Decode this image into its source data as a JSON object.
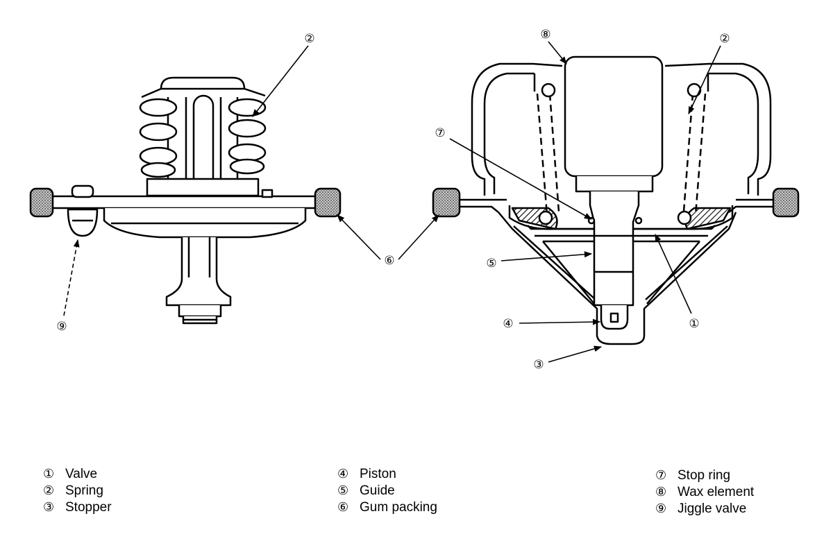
{
  "callouts": {
    "c1": "①",
    "c2": "②",
    "c3": "③",
    "c4": "④",
    "c5": "⑤",
    "c6": "⑥",
    "c7": "⑦",
    "c8": "⑧",
    "c9": "⑨"
  },
  "legend": [
    {
      "num": "①",
      "text": "Valve"
    },
    {
      "num": "②",
      "text": "Spring"
    },
    {
      "num": "③",
      "text": "Stopper"
    },
    {
      "num": "④",
      "text": "Piston"
    },
    {
      "num": "⑤",
      "text": "Guide"
    },
    {
      "num": "⑥",
      "text": "Gum packing"
    },
    {
      "num": "⑦",
      "text": "Stop ring"
    },
    {
      "num": "⑧",
      "text": "Wax element"
    },
    {
      "num": "⑨",
      "text": "Jiggle valve"
    }
  ],
  "colors": {
    "line": "#000000",
    "packing": "#8a8a8a",
    "background": "#ffffff"
  }
}
